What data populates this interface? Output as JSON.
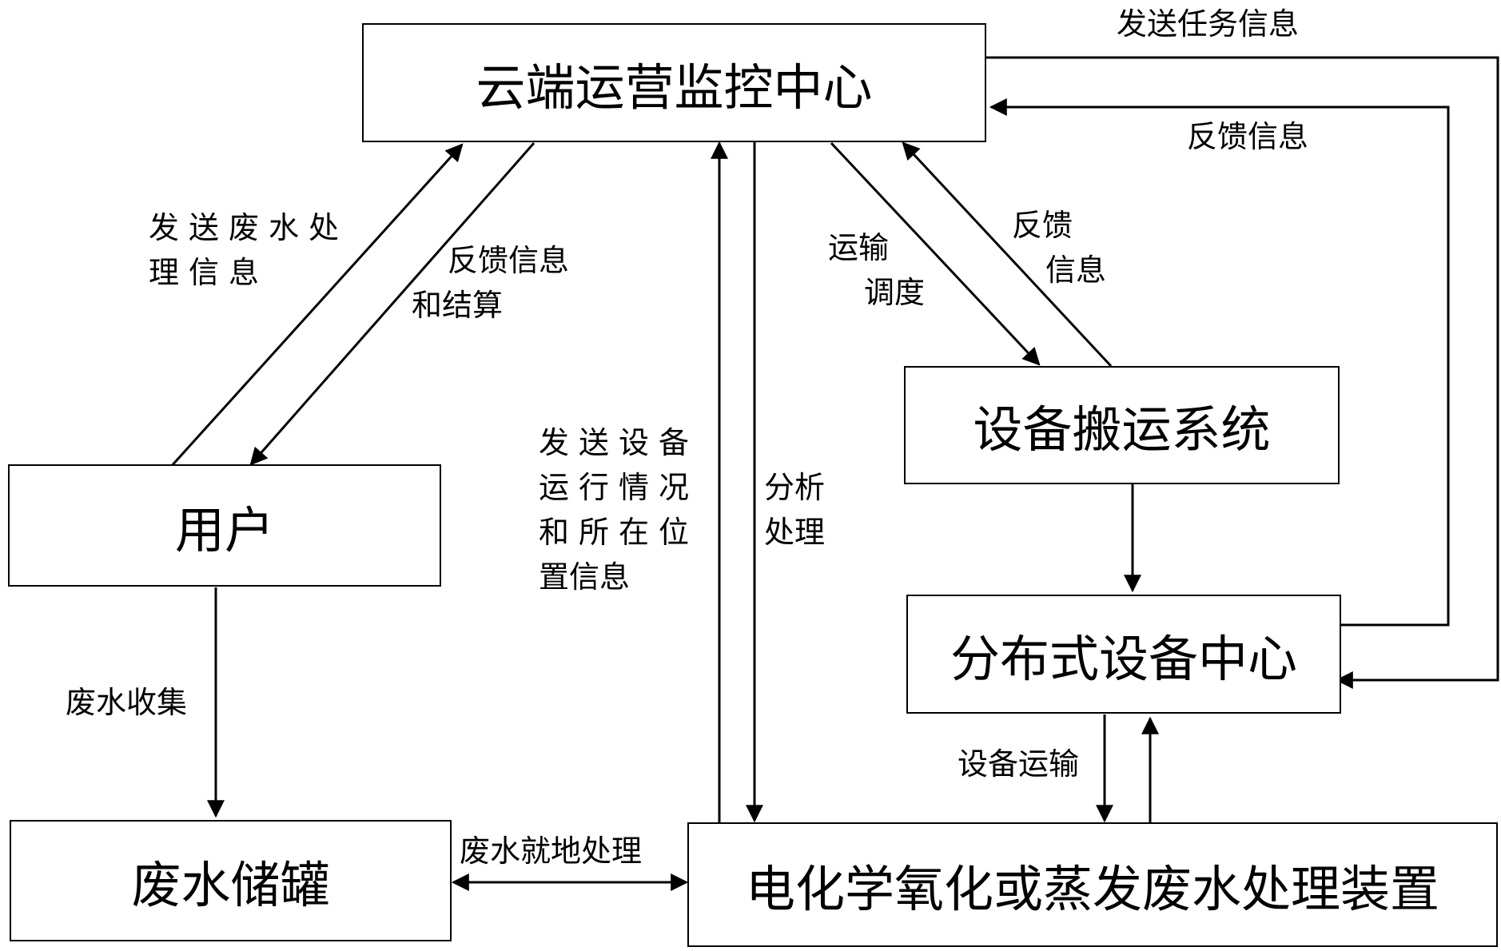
{
  "nodes": {
    "cloud_center": "云端运营监控中心",
    "user": "用户",
    "wastewater_tank": "废水储罐",
    "equipment_transport": "设备搬运系统",
    "distributed_center": "分布式设备中心",
    "treatment_device": "电化学氧化或蒸发废水处理装置"
  },
  "edge_labels": {
    "send_task_info": "发送任务信息",
    "feedback_info_right": "反馈信息",
    "send_treatment_info": [
      "发送废水处",
      "理信息"
    ],
    "feedback_and_settlement": [
      "反馈信息",
      "和结算"
    ],
    "transport_dispatch": [
      "运输",
      "调度"
    ],
    "feedback_short": [
      "反馈",
      "信息"
    ],
    "send_device_status": [
      "发送设备",
      "运行情况",
      "和所在位",
      "置信息"
    ],
    "analysis_processing": [
      "分析",
      "处理"
    ],
    "wastewater_collection": "废水收集",
    "onsite_treatment": "废水就地处理",
    "equipment_transport_label": "设备运输"
  }
}
